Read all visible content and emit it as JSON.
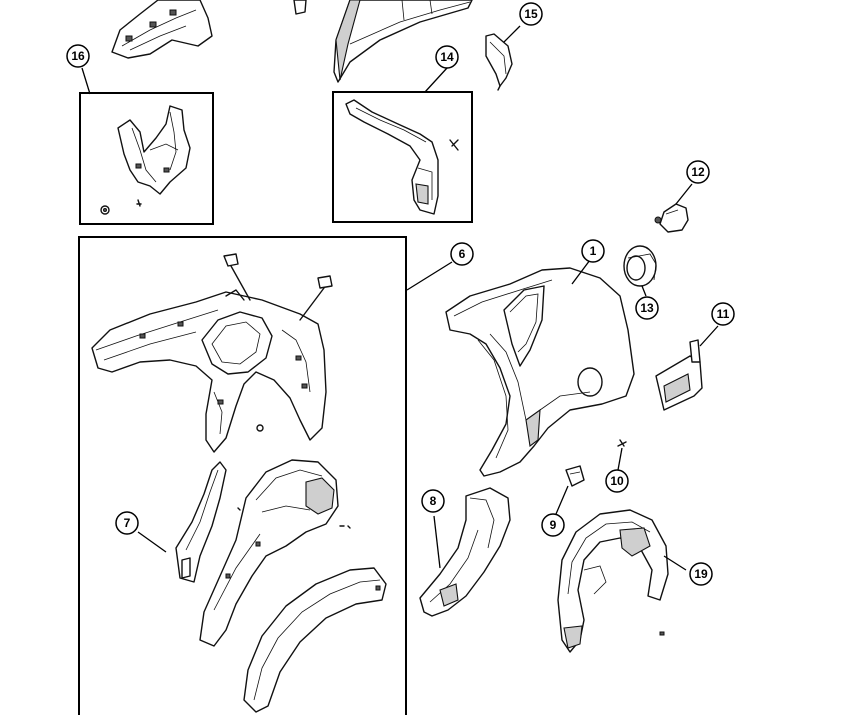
{
  "diagram": {
    "callouts": [
      {
        "id": "c1",
        "label": "1"
      },
      {
        "id": "c6",
        "label": "6"
      },
      {
        "id": "c7",
        "label": "7"
      },
      {
        "id": "c8",
        "label": "8"
      },
      {
        "id": "c9",
        "label": "9"
      },
      {
        "id": "c10",
        "label": "10"
      },
      {
        "id": "c11",
        "label": "11"
      },
      {
        "id": "c12",
        "label": "12"
      },
      {
        "id": "c13",
        "label": "13"
      },
      {
        "id": "c14",
        "label": "14"
      },
      {
        "id": "c15",
        "label": "15"
      },
      {
        "id": "c16",
        "label": "16"
      },
      {
        "id": "c19",
        "label": "19"
      }
    ]
  }
}
